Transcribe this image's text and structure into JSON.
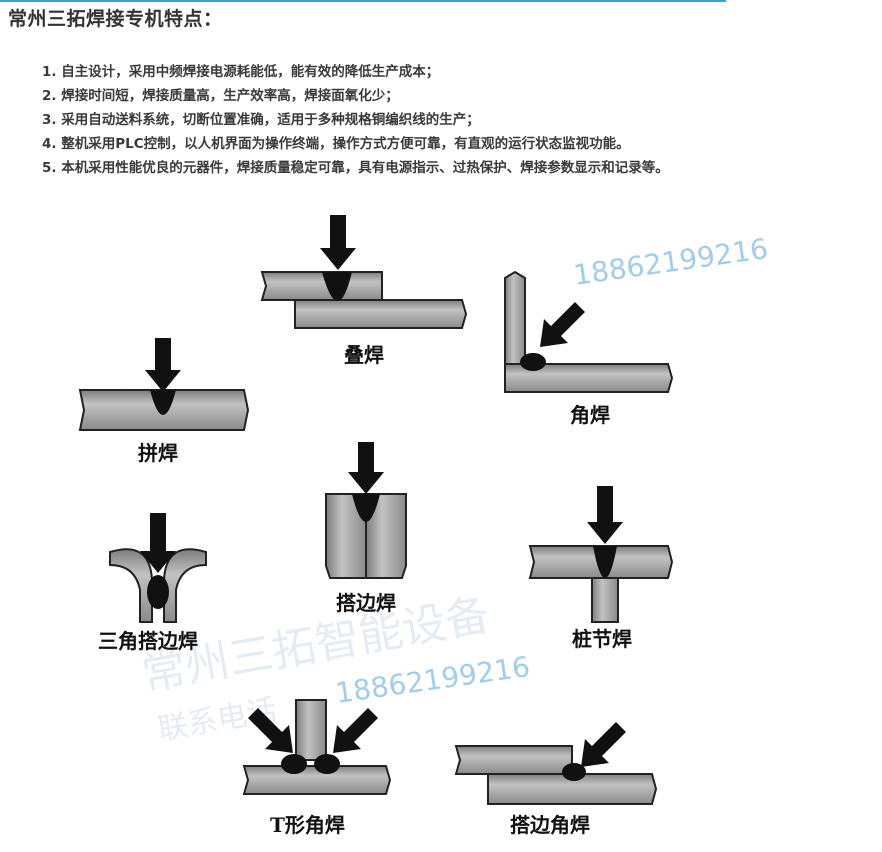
{
  "title": "常州三拓焊接专机特点：",
  "features": [
    "1. 自主设计，采用中频焊接电源耗能低，能有效的降低生产成本；",
    "2. 焊接时间短，焊接质量高，生产效率高，焊接面氧化少；",
    "3. 采用自动送料系统，切断位置准确，适用于多种规格铜编织线的生产；",
    "4. 整机采用PLC控制，以人机界面为操作终端，操作方式方便可靠，有直观的运行状态监视功能。",
    "5. 本机采用性能优良的元器件，焊接质量稳定可靠，具有电源指示、过热保护、焊接参数显示和记录等。"
  ],
  "welds": {
    "lap": "叠焊",
    "corner": "角焊",
    "butt": "拼焊",
    "triangle_edge": "三角搭边焊",
    "edge": "搭边焊",
    "plug": "桩节焊",
    "t_fillet": "T形角焊",
    "lap_fillet": "搭边角焊"
  },
  "watermark": {
    "phone": "18862199216",
    "company": "常州三拓智能设备",
    "contact": "联系电话"
  },
  "colors": {
    "accent": "#3aa0d8",
    "metal": "#a6a6a6",
    "weld": "#111111"
  }
}
